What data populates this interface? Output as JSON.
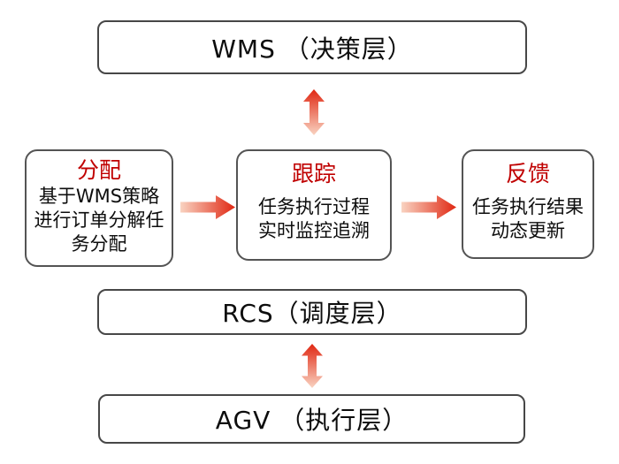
{
  "diagram": {
    "top_box": {
      "label": "WMS （决策层）"
    },
    "middle_boxes": [
      {
        "title": "分配",
        "lines": [
          "基于WMS策略",
          "进行订单分解任",
          "务分配"
        ]
      },
      {
        "title": "跟踪",
        "lines": [
          "任务执行过程",
          "实时监控追溯"
        ]
      },
      {
        "title": "反馈",
        "lines": [
          "任务执行结果",
          "动态更新"
        ]
      }
    ],
    "rcs_box": {
      "label": "RCS（调度层）"
    },
    "agv_box": {
      "label": "AGV （执行层）"
    },
    "colors": {
      "title_red": "#c00000",
      "arrow_dark": "#e02712",
      "arrow_light": "#f9d3c1",
      "box_border": "#474747"
    }
  }
}
